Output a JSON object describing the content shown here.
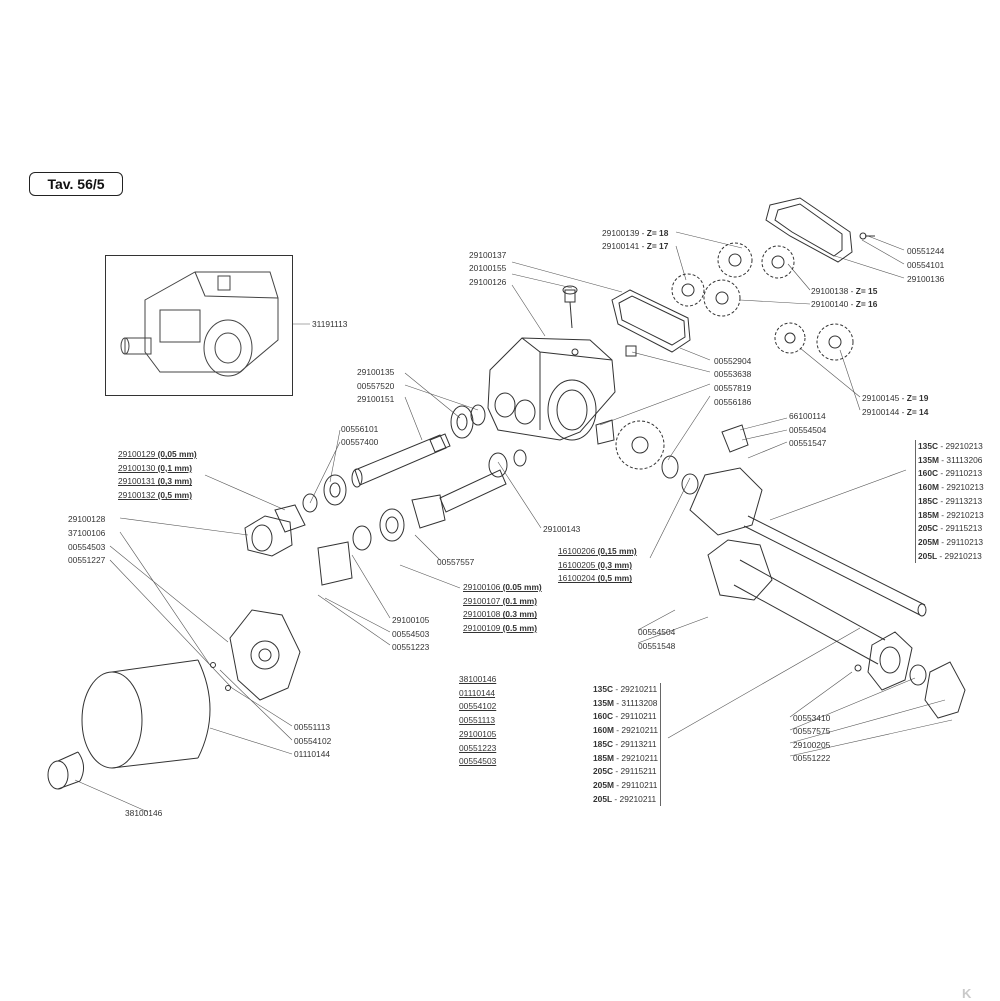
{
  "plate": "Tav. 56/5",
  "inset_part": "31191113",
  "labels": {
    "p29100137": "29100137",
    "p20100155": "20100155",
    "p29100126": "29100126",
    "p00552904": "00552904",
    "p00553638": "00553638",
    "p00557819": "00557819",
    "p00556186": "00556186",
    "p29100135": "29100135",
    "p00557520": "00557520",
    "p29100151": "29100151",
    "p00556101": "00556101",
    "p00557400": "00557400",
    "p66100114": "66100114",
    "p00554504a": "00554504",
    "p00551547": "00551547",
    "p29100143": "29100143",
    "p00557557": "00557557",
    "p29100128": "29100128",
    "p37100106": "37100106",
    "p00554503": "00554503",
    "p00551227": "00551227",
    "p29100105": "29100105",
    "p00554503b": "00554503",
    "p00551223": "00551223",
    "p00554504b": "00554504",
    "p00551548": "00551548",
    "p00551113": "00551113",
    "p00554102": "00554102",
    "p01110144": "01110144",
    "p38100146": "38100146",
    "p00553410": "00553410",
    "p00557575": "00557575",
    "p29100205": "29100205",
    "p00551222": "00551222",
    "p00551244": "00551244",
    "p00554101": "00554101",
    "p29100136": "29100136"
  },
  "gears": [
    {
      "part": "29100139",
      "z": "Z= 18"
    },
    {
      "part": "29100141",
      "z": "Z= 17"
    },
    {
      "part": "29100138",
      "z": "Z= 15"
    },
    {
      "part": "29100140",
      "z": "Z= 16"
    },
    {
      "part": "29100145",
      "z": "Z= 19"
    },
    {
      "part": "29100144",
      "z": "Z= 14"
    }
  ],
  "shims_left": [
    {
      "part": "29100129",
      "size": "(0,05 mm)"
    },
    {
      "part": "29100130",
      "size": "(0,1 mm)"
    },
    {
      "part": "29100131",
      "size": "(0,3 mm)"
    },
    {
      "part": "29100132",
      "size": "(0,5 mm)"
    }
  ],
  "shims_mid": [
    {
      "part": "29100106",
      "size": "(0.05 mm)"
    },
    {
      "part": "29100107",
      "size": "(0.1 mm)"
    },
    {
      "part": "29100108",
      "size": "(0.3 mm)"
    },
    {
      "part": "29100109",
      "size": "(0.5 mm)"
    }
  ],
  "shims_right": [
    {
      "part": "16100206",
      "size": "(0,15 mm)"
    },
    {
      "part": "16100205",
      "size": "(0,3 mm)"
    },
    {
      "part": "16100204",
      "size": "(0,5 mm)"
    }
  ],
  "kit_list": [
    "38100146",
    "01110144",
    "00554102",
    "00551113",
    "29100105",
    "00551223",
    "00554503"
  ],
  "axle_right": [
    {
      "model": "135C",
      "part": "29210213"
    },
    {
      "model": "135M",
      "part": "31113206"
    },
    {
      "model": "160C",
      "part": "29110213"
    },
    {
      "model": "160M",
      "part": "29210213"
    },
    {
      "model": "185C",
      "part": "29113213"
    },
    {
      "model": "185M",
      "part": "29210213"
    },
    {
      "model": "205C",
      "part": "29115213"
    },
    {
      "model": "205M",
      "part": "29110213"
    },
    {
      "model": "205L",
      "part": "29210213"
    }
  ],
  "axle_tube": [
    {
      "model": "135C",
      "part": "29210211"
    },
    {
      "model": "135M",
      "part": "31113208"
    },
    {
      "model": "160C",
      "part": "29110211"
    },
    {
      "model": "160M",
      "part": "29210211"
    },
    {
      "model": "185C",
      "part": "29113211"
    },
    {
      "model": "185M",
      "part": "29210211"
    },
    {
      "model": "205C",
      "part": "29115211"
    },
    {
      "model": "205M",
      "part": "29110211"
    },
    {
      "model": "205L",
      "part": "29210211"
    }
  ],
  "brand": "K"
}
